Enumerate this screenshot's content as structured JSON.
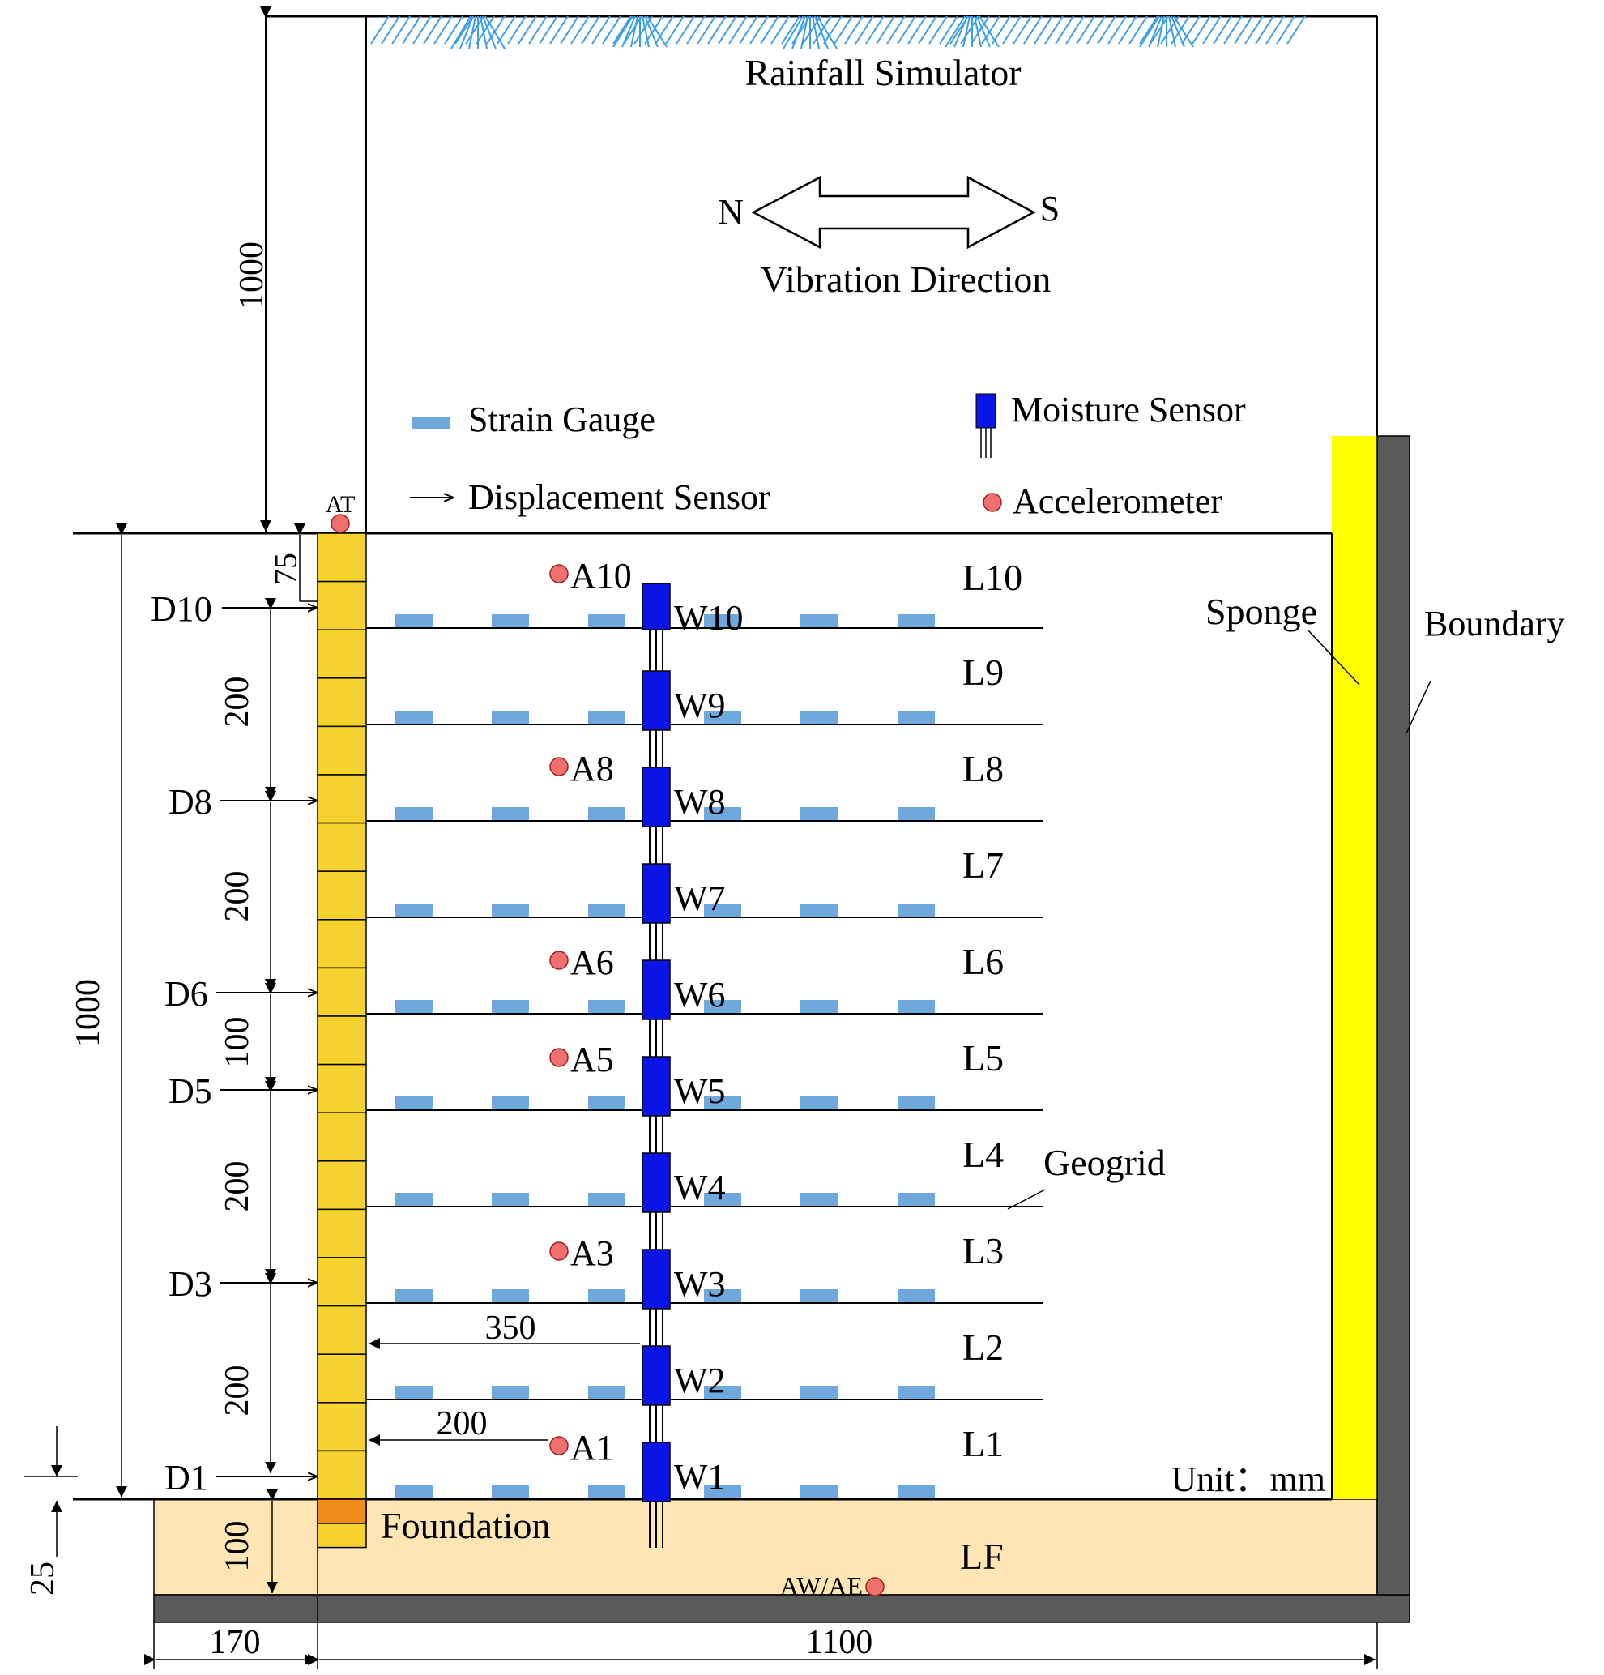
{
  "title": "Rainfall Simulator",
  "vibration": {
    "label": "Vibration Direction",
    "north": "N",
    "south": "S"
  },
  "legend": {
    "strain_gauge": "Strain Gauge",
    "displacement_sensor": "Displacement Sensor",
    "moisture_sensor": "Moisture Sensor",
    "accelerometer": "Accelerometer"
  },
  "labels": {
    "sponge": "Sponge",
    "boundary": "Boundary",
    "geogrid": "Geogrid",
    "foundation": "Foundation",
    "unit": "Unit：mm",
    "top_accelerometer": "AT",
    "base_accelerometer": "AW/AE",
    "foundation_layer": "LF"
  },
  "dimensions": {
    "upper_height": "1000",
    "wall_height": "1000",
    "top_offset": "75",
    "spacing_d10_d8": "200",
    "spacing_d8_d6": "200",
    "spacing_d6_d5": "100",
    "spacing_d5_d3": "200",
    "spacing_d3_d1": "200",
    "foundation_depth": "100",
    "base_gap": "25",
    "facing_width": "170",
    "model_width": "1100",
    "sensor_offset_w2": "350",
    "sensor_offset_w1": "200"
  },
  "layers": [
    "L10",
    "L9",
    "L8",
    "L7",
    "L6",
    "L5",
    "L4",
    "L3",
    "L2",
    "L1"
  ],
  "moisture_sensors": [
    "W10",
    "W9",
    "W8",
    "W7",
    "W6",
    "W5",
    "W4",
    "W3",
    "W2",
    "W1"
  ],
  "accelerometers": [
    "A10",
    "A8",
    "A6",
    "A5",
    "A3",
    "A1"
  ],
  "displacement_sensors": [
    "D10",
    "D8",
    "D6",
    "D5",
    "D3",
    "D1"
  ],
  "colors": {
    "facing_block": "#f6d22e",
    "foundation_block": "#f08c1a",
    "foundation_soil": "#fde6b4",
    "sponge": "#ffff00",
    "boundary": "#5a5a5a",
    "strain_gauge": "#6fa8dc",
    "moisture_sensor": "#0a14e6",
    "accelerometer": "#f07070",
    "rain": "#3d9ee8"
  }
}
